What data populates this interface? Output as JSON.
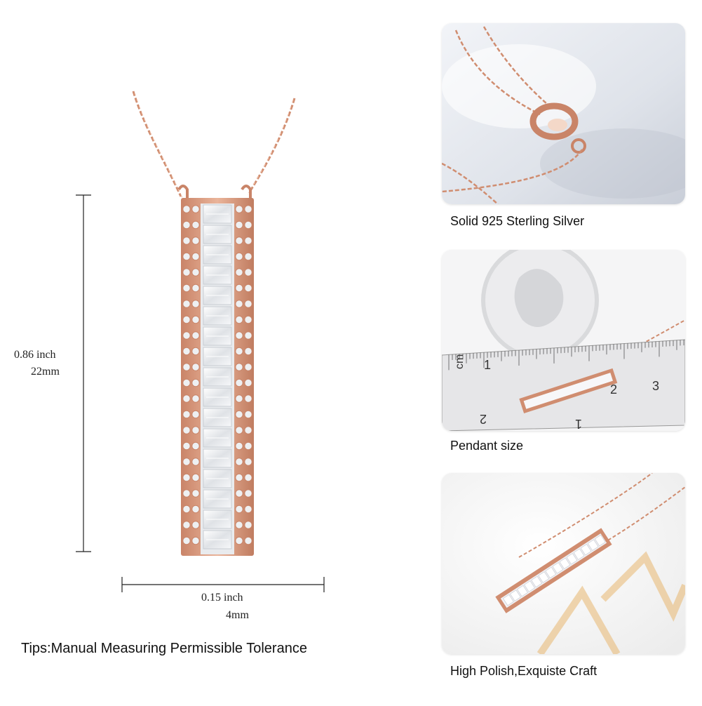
{
  "dimensions": {
    "height_inch": "0.86 inch",
    "height_mm": "22mm",
    "width_inch": "0.15 inch",
    "width_mm": "4mm"
  },
  "tips": "Tips:Manual Measuring Permissible Tolerance",
  "details": {
    "clasp_caption": "Solid 925 Sterling Silver",
    "size_caption": "Pendant size",
    "polish_caption": "High Polish,Exquiste Craft"
  },
  "ruler": {
    "unit_label": "cm",
    "tick_numbers": [
      "1",
      "2",
      "3"
    ],
    "edge_numbers": [
      "1",
      "2"
    ]
  },
  "colors": {
    "rose_gold": "#d89a7c",
    "rose_gold_dark": "#b9765a",
    "stone": "#f4f4f6"
  }
}
